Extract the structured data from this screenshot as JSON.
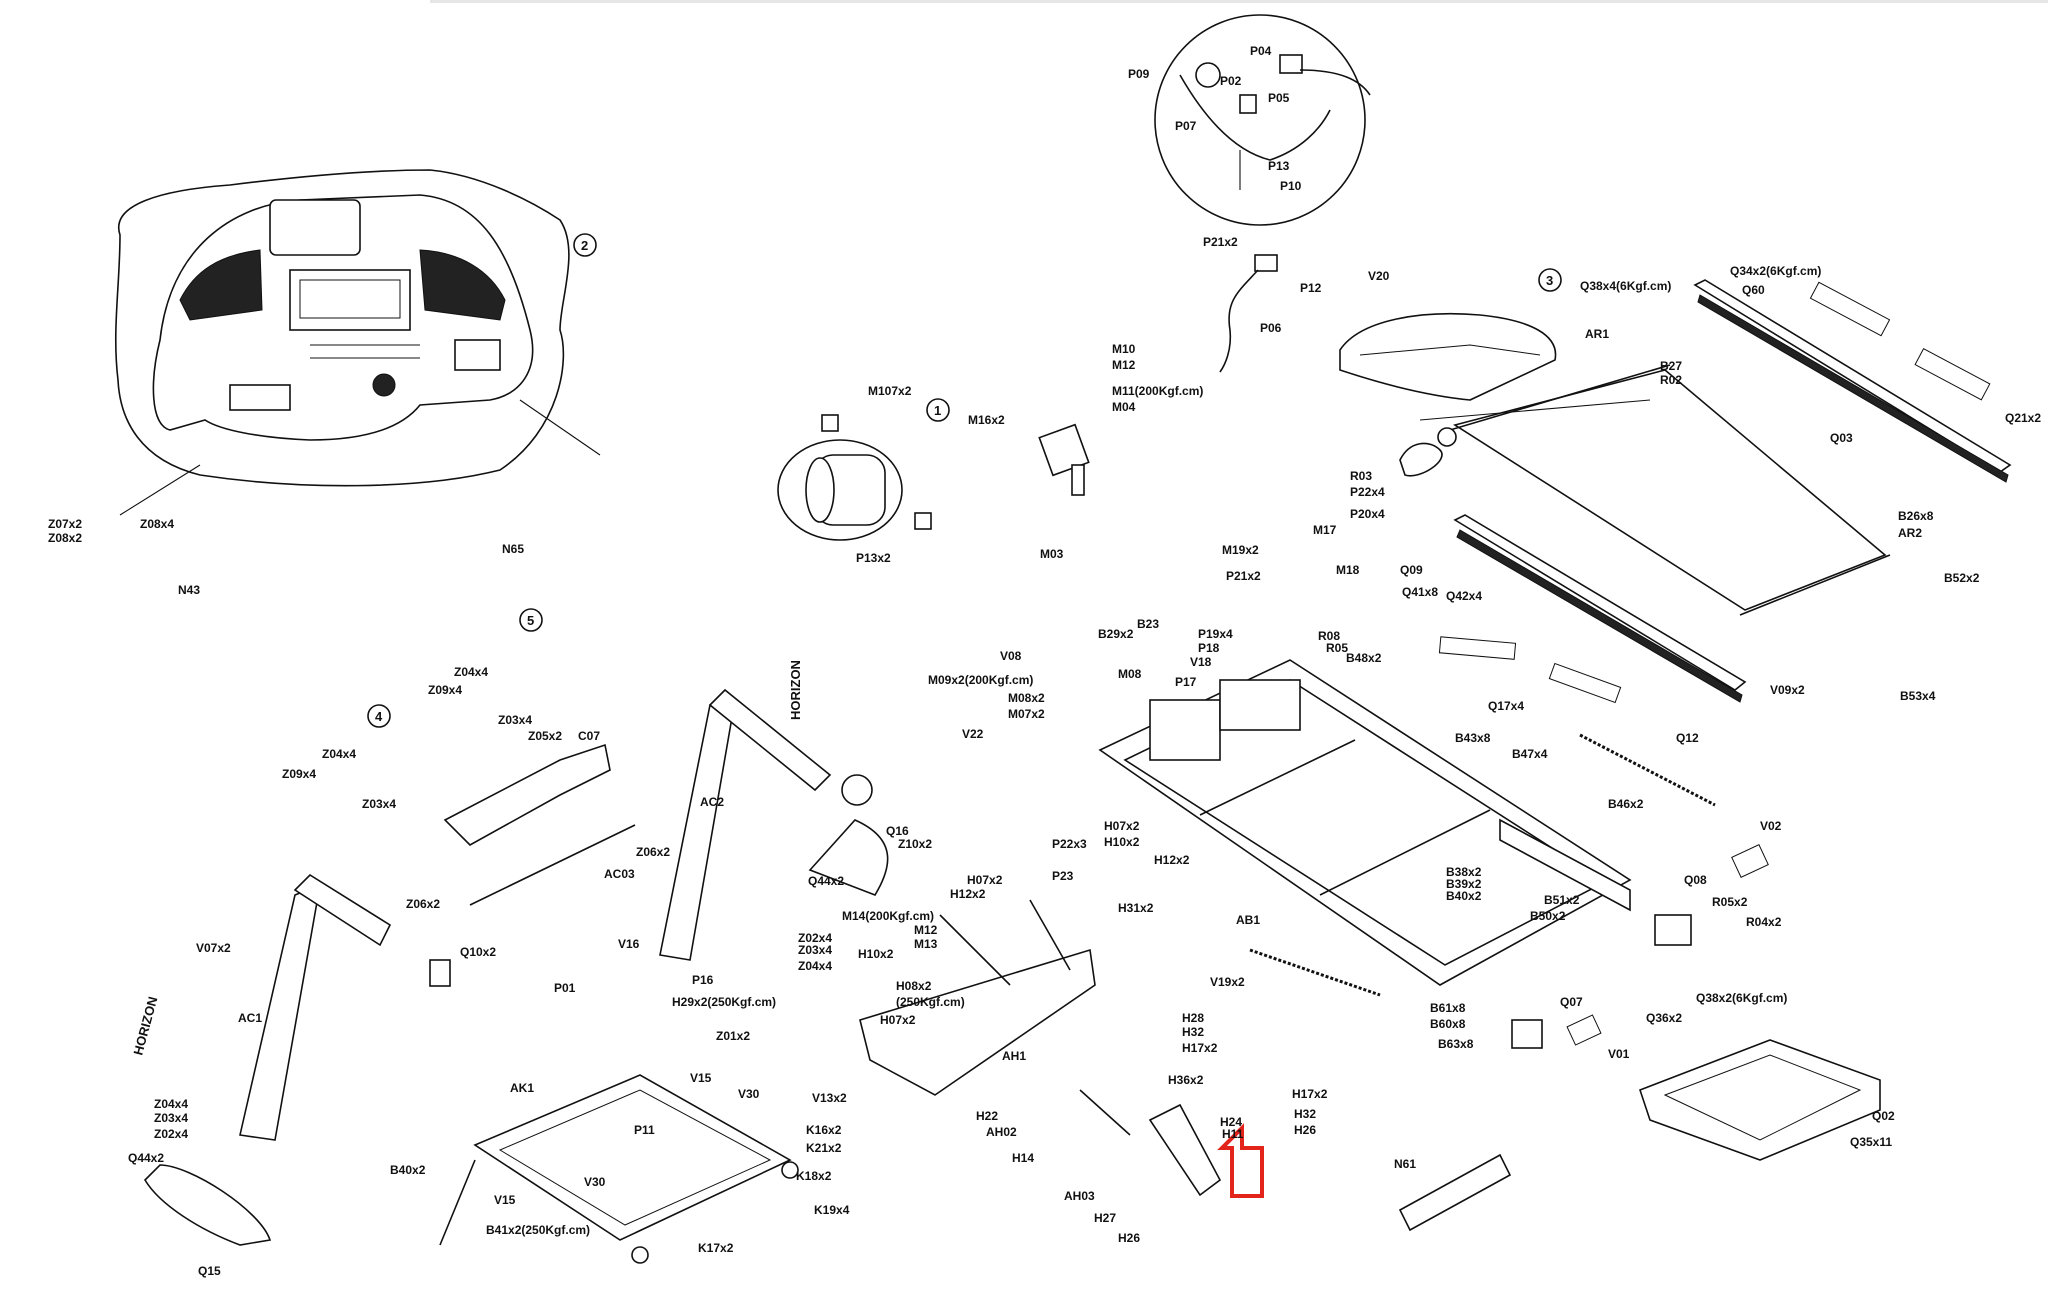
{
  "callouts": {
    "c1": "1",
    "c2": "2",
    "c3": "3",
    "c4": "4",
    "c5": "5"
  },
  "labels": {
    "P09": "P09",
    "P04": "P04",
    "P02": "P02",
    "P05": "P05",
    "P07": "P07",
    "P13": "P13",
    "P10": "P10",
    "P21x2_top": "P21x2",
    "P12": "P12",
    "P06": "P06",
    "V20": "V20",
    "Q38x4": "Q38x4(6Kgf.cm)",
    "Q34x2": "Q34x2(6Kgf.cm)",
    "Q60": "Q60",
    "AR1": "AR1",
    "B27": "B27",
    "R02": "R02",
    "Q03": "Q03",
    "Q21x2": "Q21x2",
    "M10": "M10",
    "M12_top": "M12",
    "M11": "M11(200Kgf.cm)",
    "M04": "M04",
    "M16x2": "M16x2",
    "M107x2": "M107x2",
    "P13x2": "P13x2",
    "M03": "M03",
    "P21x2_mid": "P21x2",
    "R03": "R03",
    "P22x4": "P22x4",
    "P20x4": "P20x4",
    "M19x2": "M19x2",
    "M17": "M17",
    "M18": "M18",
    "Q09": "Q09",
    "Q41x8": "Q41x8",
    "Q42x4": "Q42x4",
    "B26x8": "B26x8",
    "AR2": "AR2",
    "B52x2": "B52x2",
    "Z07x2": "Z07x2",
    "Z08x2": "Z08x2",
    "Z08x4": "Z08x4",
    "N65": "N65",
    "N43": "N43",
    "B29x2": "B29x2",
    "B23": "B23",
    "P19x4": "P19x4",
    "P18": "P18",
    "V18": "V18",
    "R08": "R08",
    "R05": "R05",
    "B48x2": "B48x2",
    "V08": "V08",
    "M09x2": "M09x2(200Kgf.cm)",
    "M08": "M08",
    "P17": "P17",
    "M08x2": "M08x2",
    "M07x2": "M07x2",
    "V22": "V22",
    "Q17x4": "Q17x4",
    "V09x2": "V09x2",
    "B53x4": "B53x4",
    "Q12": "Q12",
    "Z04x4_a": "Z04x4",
    "Z09x4_a": "Z09x4",
    "Z03x4_a": "Z03x4",
    "Z05x2": "Z05x2",
    "C07": "C07",
    "Z04x4_b": "Z04x4",
    "Z09x4_b": "Z09x4",
    "Z03x4_b": "Z03x4",
    "Z06x2_a": "Z06x2",
    "AC03": "AC03",
    "Z06x2_b": "Z06x2",
    "AC2": "AC2",
    "HORIZON_a": "HORIZON",
    "Q16": "Q16",
    "Z10x2": "Z10x2",
    "Q44x2_a": "Q44x2",
    "P22x3": "P22x3",
    "P23": "P23",
    "H07x2_a": "H07x2",
    "H10x2_a": "H10x2",
    "H12x2_a": "H12x2",
    "B43x8": "B43x8",
    "B47x4": "B47x4",
    "B46x2": "B46x2",
    "V02": "V02",
    "Q08": "Q08",
    "R05x2": "R05x2",
    "R04x2": "R04x2",
    "H07x2_b": "H07x2",
    "H12x2_b": "H12x2",
    "H31x2": "H31x2",
    "AB1": "AB1",
    "B38x2": "B38x2",
    "B39x2": "B39x2",
    "B40x2_r": "B40x2",
    "B51x2": "B51x2",
    "B50x2": "B50x2",
    "Q38x2_r": "Q38x2(6Kgf.cm)",
    "Q36x2": "Q36x2",
    "V07x2": "V07x2",
    "HORIZON_b": "HORIZON",
    "AC1": "AC1",
    "Q10x2": "Q10x2",
    "Z02x4_a": "Z02x4",
    "Z03x4_c": "Z03x4",
    "Z04x4_c": "Z04x4",
    "V16": "V16",
    "P01": "P01",
    "P16": "P16",
    "M14": "M14(200Kgf.cm)",
    "M12_b": "M12",
    "M13": "M13",
    "H10x2_b": "H10x2",
    "H08x2": "H08x2",
    "H08x2_kgf": "(250Kgf.cm)",
    "H07x2_c": "H07x2",
    "V19x2": "V19x2",
    "B61x8": "B61x8",
    "B60x8": "B60x8",
    "B63x8": "B63x8",
    "Q07": "Q07",
    "V01": "V01",
    "H29x2": "H29x2(250Kgf.cm)",
    "Z01x2": "Z01x2",
    "V15_a": "V15",
    "V30_a": "V30",
    "V13x2": "V13x2",
    "AH1": "AH1",
    "H28_a": "H28",
    "H32_a": "H32",
    "H17x2_a": "H17x2",
    "Q02": "Q02",
    "Q35x11": "Q35x11",
    "Z04x4_d": "Z04x4",
    "Z03x4_d": "Z03x4",
    "Z02x4_b": "Z02x4",
    "Q44x2_b": "Q44x2",
    "AK1": "AK1",
    "P11": "P11",
    "K16x2": "K16x2",
    "K21x2": "K21x2",
    "K18x2": "K18x2",
    "H36x2": "H36x2",
    "H17x2_b": "H17x2",
    "H32_b": "H32",
    "H26_a": "H26",
    "H24": "H24",
    "H11": "H11",
    "H22": "H22",
    "AH02": "AH02",
    "H14": "H14",
    "AH03": "AH03",
    "H27": "H27",
    "H26_b": "H26",
    "N61": "N61",
    "B40x2_l": "B40x2",
    "V15_b": "V15",
    "V30_b": "V30",
    "B41x2": "B41x2(250Kgf.cm)",
    "K19x4": "K19x4",
    "K17x2": "K17x2",
    "Q15": "Q15"
  },
  "indicator": {
    "arrow": "red-up-arrow",
    "color": "#e3241b"
  },
  "colors": {
    "line": "#111111",
    "background": "#ffffff"
  }
}
